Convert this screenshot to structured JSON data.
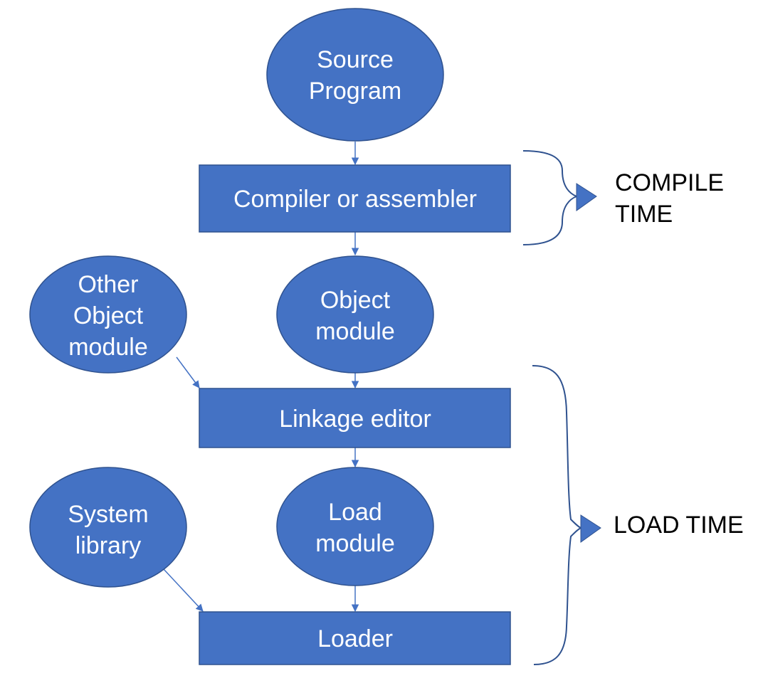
{
  "colors": {
    "node_fill": "#4472C4",
    "node_stroke": "#2F528F",
    "node_text": "#FFFFFF",
    "edge": "#4472C4",
    "side_text": "#000000"
  },
  "nodes": {
    "source_program": [
      "Source",
      "Program"
    ],
    "compiler": [
      "Compiler or assembler"
    ],
    "object_module": [
      "Object",
      "module"
    ],
    "other_object_module": [
      "Other",
      "Object",
      "module"
    ],
    "linkage_editor": [
      "Linkage editor"
    ],
    "system_library": [
      "System",
      "library"
    ],
    "load_module": [
      "Load",
      "module"
    ],
    "loader": [
      "Loader"
    ]
  },
  "phases": {
    "compile_time": [
      "COMPILE",
      "TIME"
    ],
    "load_time": [
      "LOAD TIME"
    ]
  }
}
